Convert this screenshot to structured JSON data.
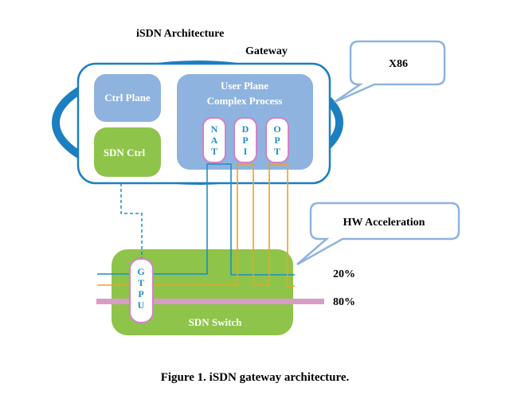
{
  "diagram": {
    "title": "iSDN Architecture",
    "gateway_label": "Gateway",
    "callouts": {
      "x86": "X86",
      "hw_accel": "HW Acceleration"
    },
    "gateway_box": {
      "ctrl_plane": "Ctrl Plane",
      "sdn_ctrl": "SDN Ctrl",
      "user_plane_line1": "User Plane",
      "user_plane_line2": "Complex Process",
      "modules": [
        {
          "label": "NAT",
          "letters": [
            "N",
            "A",
            "T"
          ]
        },
        {
          "label": "DPI",
          "letters": [
            "D",
            "P",
            "I"
          ]
        },
        {
          "label": "OPT",
          "letters": [
            "O",
            "P",
            "T"
          ]
        }
      ]
    },
    "switch_box": {
      "label": "SDN Switch",
      "gtpu_letters": [
        "G",
        "T",
        "P",
        "U"
      ]
    },
    "traffic": {
      "pct_20": "20%",
      "pct_80": "80%"
    },
    "caption": "Figure 1. iSDN gateway architecture.",
    "colors": {
      "blue_line": "#1f8ec6",
      "orange_line": "#f0a21e",
      "pink_bar": "#d89cc7",
      "green_box": "#8fc44a",
      "light_blue_box": "#8fb3df",
      "ring": "#1c7fbf"
    }
  }
}
